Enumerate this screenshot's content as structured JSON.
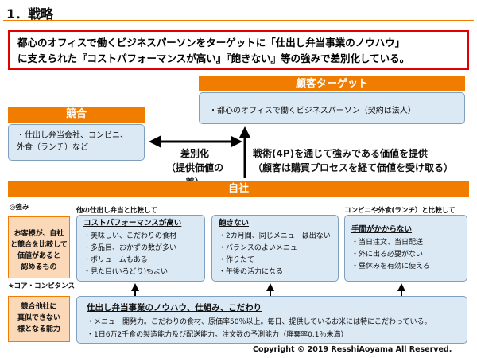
{
  "section_title": "1．戦略",
  "thesis": {
    "line1": "都心のオフィスで働くビジネスパーソンをターゲットに「仕出し弁当事業のノウハウ」",
    "line2": "に支えられた『コストパフォーマンスが高い』『飽きない』等の強みで差別化している。"
  },
  "target": {
    "title": "顧客ターゲット",
    "body": "・都心のオフィスで働くビジネスパーソン（契約は法人）"
  },
  "competitors": {
    "title": "競合",
    "line1": "・仕出し弁当会社、コンビニ、",
    "line2": "外食（ランチ）など"
  },
  "differentiation": {
    "line1": "差別化",
    "line2": "（提供価値の差）"
  },
  "value_delivery": {
    "line1": "戦術(4P)を通じて強みである価値を提供",
    "line2": "（顧客は購買プロセスを経て価値を受け取る）"
  },
  "self": {
    "title": "自社"
  },
  "strengths": {
    "label": "◎強み",
    "box_lines": [
      "お客様が、自社",
      "と競合を比較して",
      "価値があると",
      "認めるもの"
    ],
    "compare_left": "他の仕出し弁当と比較して",
    "compare_right": "コンビニや外食(ランチ）と比較して",
    "cards": [
      {
        "title": "コストパフォーマンスが高い",
        "items": [
          "・美味しい、こだわりの食材",
          "・多品目、おかずの数が多い",
          "・ボリュームもある",
          "・見た目(いろどり)もよい"
        ]
      },
      {
        "title": "飽きない",
        "items": [
          "・2カ月間、同じメニューは出ない",
          "・バランスのよいメニュー",
          "・作りたて",
          "・午後の活力になる"
        ]
      },
      {
        "title": "手間がかからない",
        "items": [
          "・当日注文、当日配送",
          "・外に出る必要がない",
          "・昼休みを有効に使える"
        ]
      }
    ]
  },
  "core_competence": {
    "label": "★コア・コンピタンス",
    "box_lines": [
      "競合他社に",
      "真似できない",
      "様となる能力"
    ],
    "title": "仕出し弁当事業のノウハウ、仕組み、こだわり",
    "items": [
      "・メニュー開発力。こだわりの食材、原価率50％以上。毎日、提供しているお米には特にこだわっている。",
      "・1日6万2千食の製造能力及び配送能力。注文数の予測能力（廃棄率0.1％未満）"
    ]
  },
  "copyright": "Copyright © 2019 ResshiAoyama All Reserved.",
  "colors": {
    "accent_orange": "#f07c00",
    "box_blue": "#dbe9f5",
    "box_peach": "#fbd9b8",
    "thesis_border": "#e00000"
  }
}
